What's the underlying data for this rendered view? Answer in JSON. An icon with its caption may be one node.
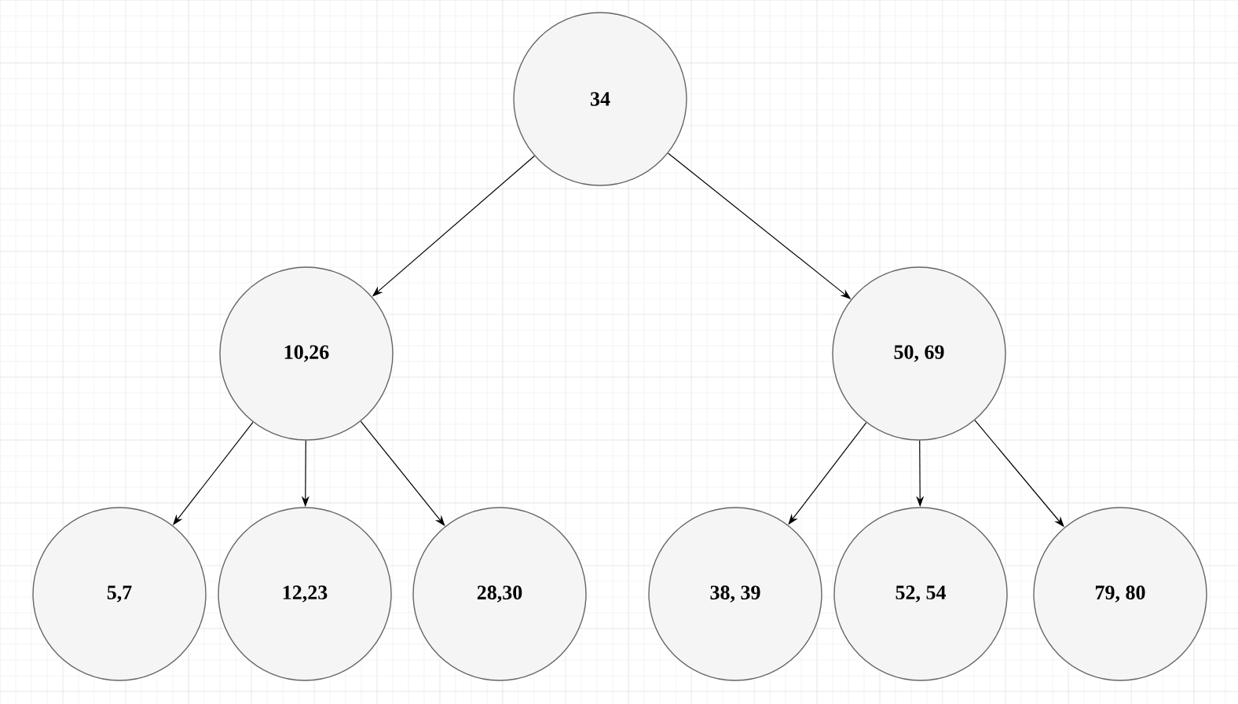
{
  "diagram": {
    "nodes": [
      {
        "text": [
          "34"
        ]
      },
      {
        "text": [
          "10,26"
        ]
      },
      {
        "text": [
          "50, 69"
        ]
      },
      {
        "text": [
          "5,7"
        ]
      },
      {
        "text": [
          "12,23"
        ]
      },
      {
        "text": [
          "28,30"
        ]
      },
      {
        "text": [
          "38, 39"
        ]
      },
      {
        "text": [
          "52, 54"
        ]
      },
      {
        "text": [
          "79, 80"
        ]
      }
    ],
    "edges": [
      {
        "from": 0,
        "to": 1,
        "arrow": "to"
      },
      {
        "from": 0,
        "to": 2,
        "arrow": "to"
      },
      {
        "from": 1,
        "to": 3,
        "arrow": "to"
      },
      {
        "from": 1,
        "to": 4,
        "arrow": "to"
      },
      {
        "from": 1,
        "to": 5,
        "arrow": "to"
      },
      {
        "from": 2,
        "to": 6,
        "arrow": "to"
      },
      {
        "from": 2,
        "to": 7,
        "arrow": "to"
      },
      {
        "from": 2,
        "to": 8,
        "arrow": "to"
      }
    ]
  }
}
